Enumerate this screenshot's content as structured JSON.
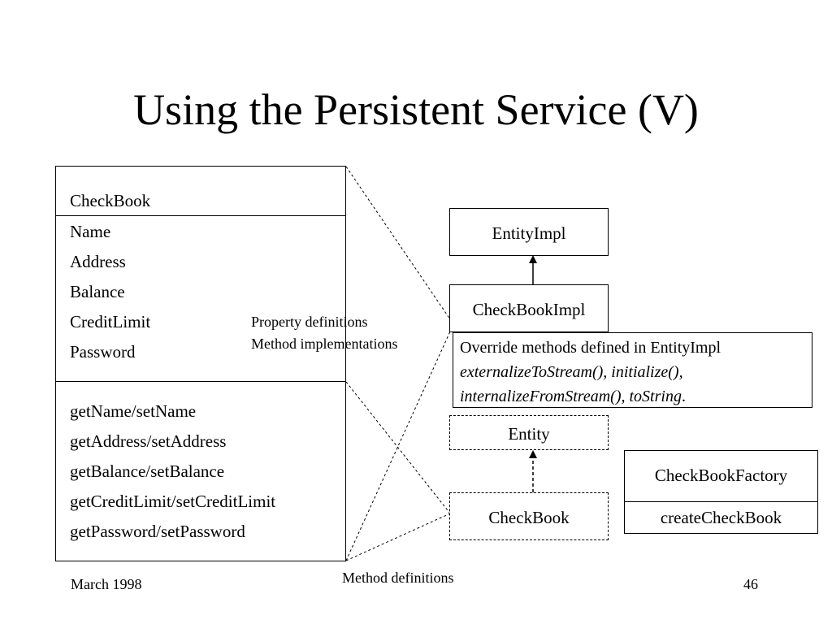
{
  "title": "Using the Persistent Service (V)",
  "class_box": {
    "name": "CheckBook",
    "properties": [
      "Name",
      "Address",
      "Balance",
      "CreditLimit",
      "Password"
    ],
    "methods": [
      "getName/setName",
      "getAddress/setAddress",
      "getBalance/setBalance",
      "getCreditLimit/setCreditLimit",
      "getPassword/setPassword"
    ]
  },
  "annotations": {
    "property_definitions": "Property definitions",
    "method_implementations": "Method implementations",
    "method_definitions": "Method definitions"
  },
  "nodes": {
    "entity_impl": "EntityImpl",
    "checkbook_impl": "CheckBookImpl",
    "entity": "Entity",
    "checkbook": "CheckBook",
    "factory_name": "CheckBookFactory",
    "factory_method": "createCheckBook"
  },
  "override_note": {
    "line1": "Override methods defined in EntityImpl",
    "line2": "externalizeToStream(), initialize(),",
    "line3_italic": "internalizeFromStream(), toString",
    "line3_end": "."
  },
  "footer": {
    "date": "March 1998",
    "page": "46"
  }
}
